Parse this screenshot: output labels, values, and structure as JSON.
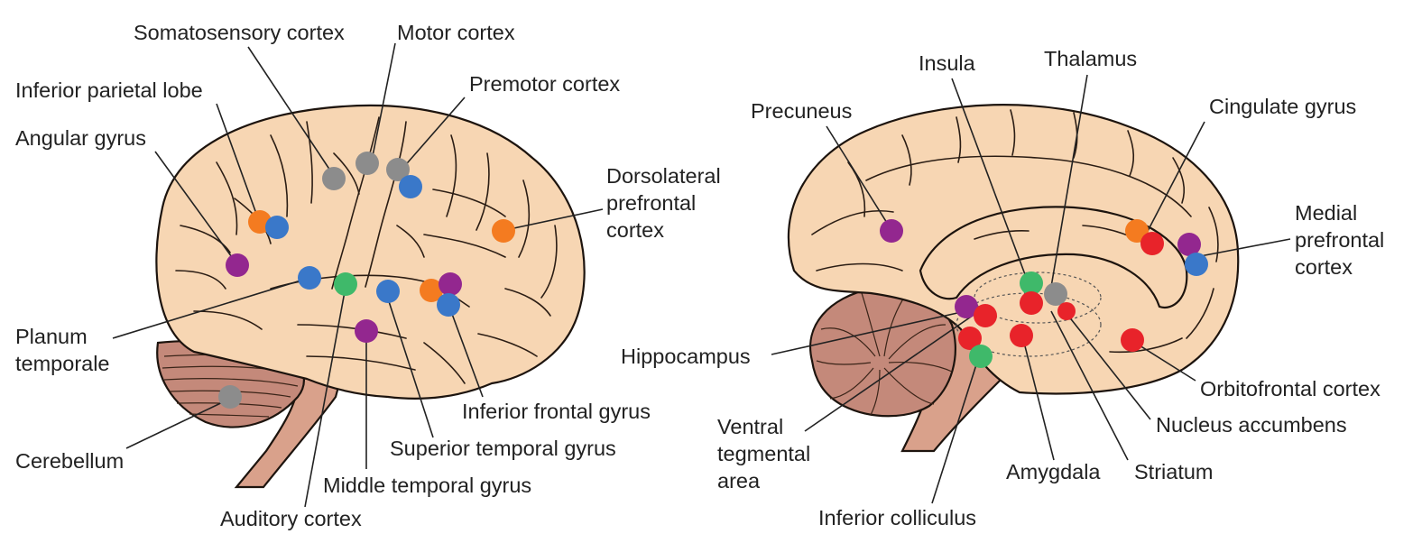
{
  "colors": {
    "brain_fill": "#f7d6b3",
    "stem_fill": "#d9a18b",
    "cerebellum_fill": "#c4897a",
    "orange": "#f47b20",
    "blue": "#3a78c9",
    "purple": "#93278f",
    "green": "#3fb96a",
    "gray": "#8c8c8c",
    "red": "#e8232a"
  },
  "lateral_view": {
    "labels": {
      "somatosensory": "Somatosensory cortex",
      "motor": "Motor cortex",
      "premotor": "Premotor cortex",
      "inferior_parietal": "Inferior parietal lobe",
      "angular": "Angular gyrus",
      "dlpfc": [
        "Dorsolateral",
        "prefrontal",
        "cortex"
      ],
      "planum": [
        "Planum",
        "temporale"
      ],
      "inferior_frontal": "Inferior frontal gyrus",
      "superior_temporal": "Superior temporal gyrus",
      "middle_temporal": "Middle temporal gyrus",
      "cerebellum": "Cerebellum",
      "auditory": "Auditory cortex"
    }
  },
  "medial_view": {
    "labels": {
      "insula": "Insula",
      "thalamus": "Thalamus",
      "precuneus": "Precuneus",
      "cingulate": "Cingulate gyrus",
      "mpfc": [
        "Medial",
        "prefrontal",
        "cortex"
      ],
      "hippocampus": "Hippocampus",
      "ofc": "Orbitofrontal cortex",
      "nacc": "Nucleus accumbens",
      "vta": [
        "Ventral",
        "tegmental",
        "area"
      ],
      "amygdala": "Amygdala",
      "striatum": "Striatum",
      "inferior_colliculus": "Inferior colliculus"
    }
  }
}
